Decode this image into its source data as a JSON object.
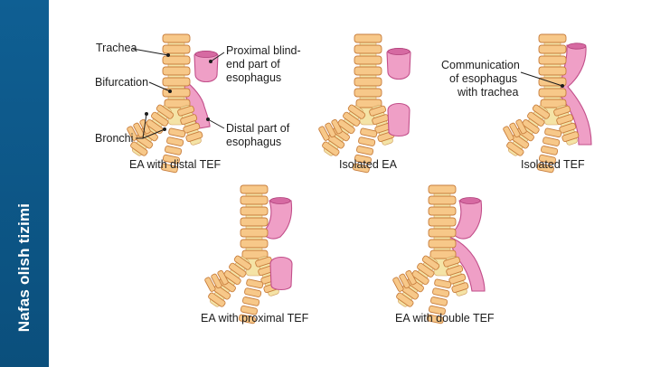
{
  "sidebar": {
    "label": "Nafas olish tizimi",
    "color": "#0f5f93"
  },
  "colors": {
    "trachea": "#f7c889",
    "esophagus": "#ef9fc6",
    "outline_esophagus": "#c24f8a",
    "outline_trachea": "#c77d3c"
  },
  "panels": [
    {
      "caption": "EA with distal TEF",
      "labels": {
        "trachea": "Trachea",
        "bifurcation": "Bifurcation",
        "bronchi": "Bronchi",
        "proximal_1": "Proximal blind-",
        "proximal_2": "end part of",
        "proximal_3": "esophagus",
        "distal_1": "Distal part of",
        "distal_2": "esophagus"
      }
    },
    {
      "caption": "Isolated EA"
    },
    {
      "caption": "Isolated TEF",
      "labels": {
        "comm_1": "Communication",
        "comm_2": "of esophagus",
        "comm_3": "with trachea"
      }
    },
    {
      "caption": "EA with proximal TEF"
    },
    {
      "caption": "EA with double TEF"
    }
  ]
}
